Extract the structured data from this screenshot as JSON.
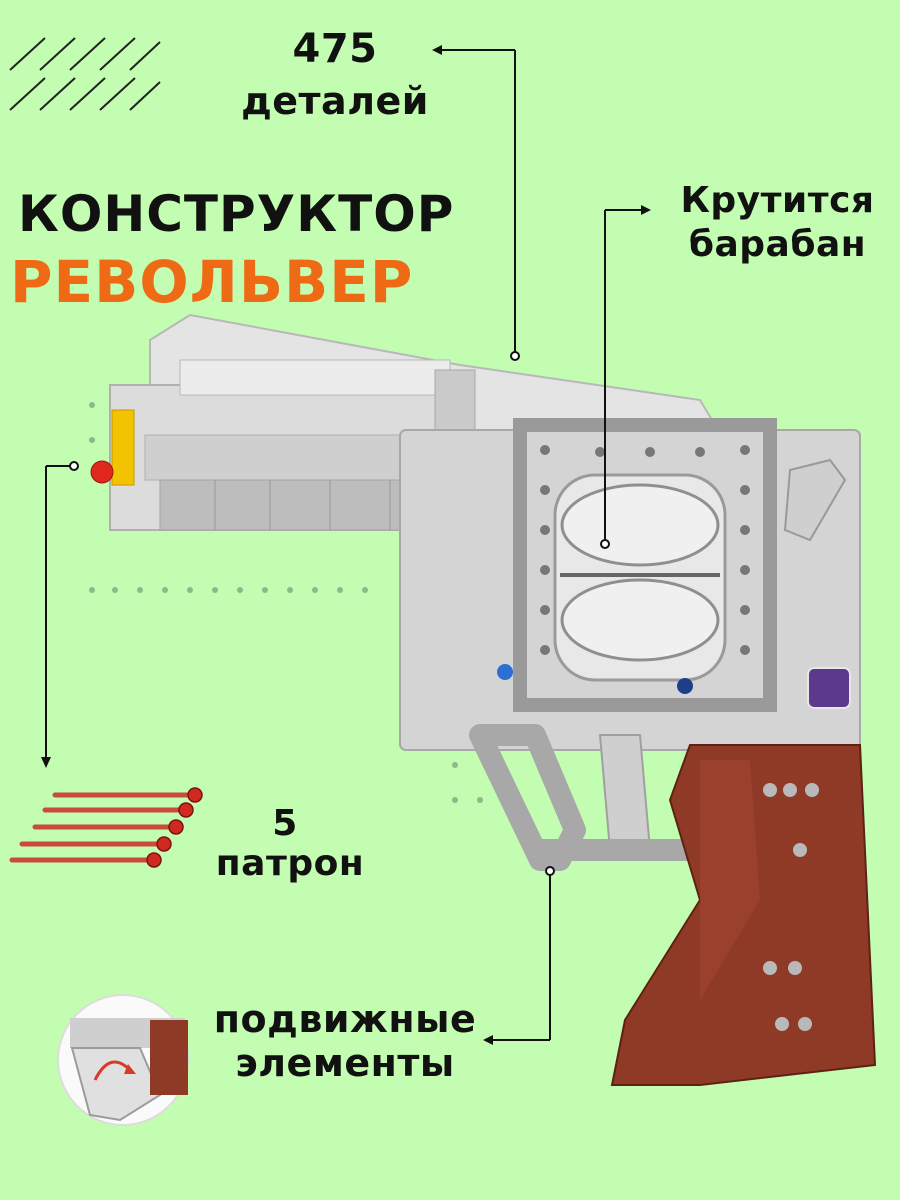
{
  "labels": {
    "parts_count": "475",
    "parts_word": "деталей",
    "title_line1": "КОНСТРУКТОР",
    "title_line2": "РЕВОЛЬВЕР",
    "drum_line1": "Крутится",
    "drum_line2": "барабан",
    "ammo_count": "5",
    "ammo_word": "патрон",
    "moving_line1": "подвижные",
    "moving_line2": "элементы"
  },
  "colors": {
    "background": "#c3fdb1",
    "accent": "#ee6a14",
    "text": "#111111",
    "grip": "#8e3a26",
    "body": "#d9d9d9"
  }
}
